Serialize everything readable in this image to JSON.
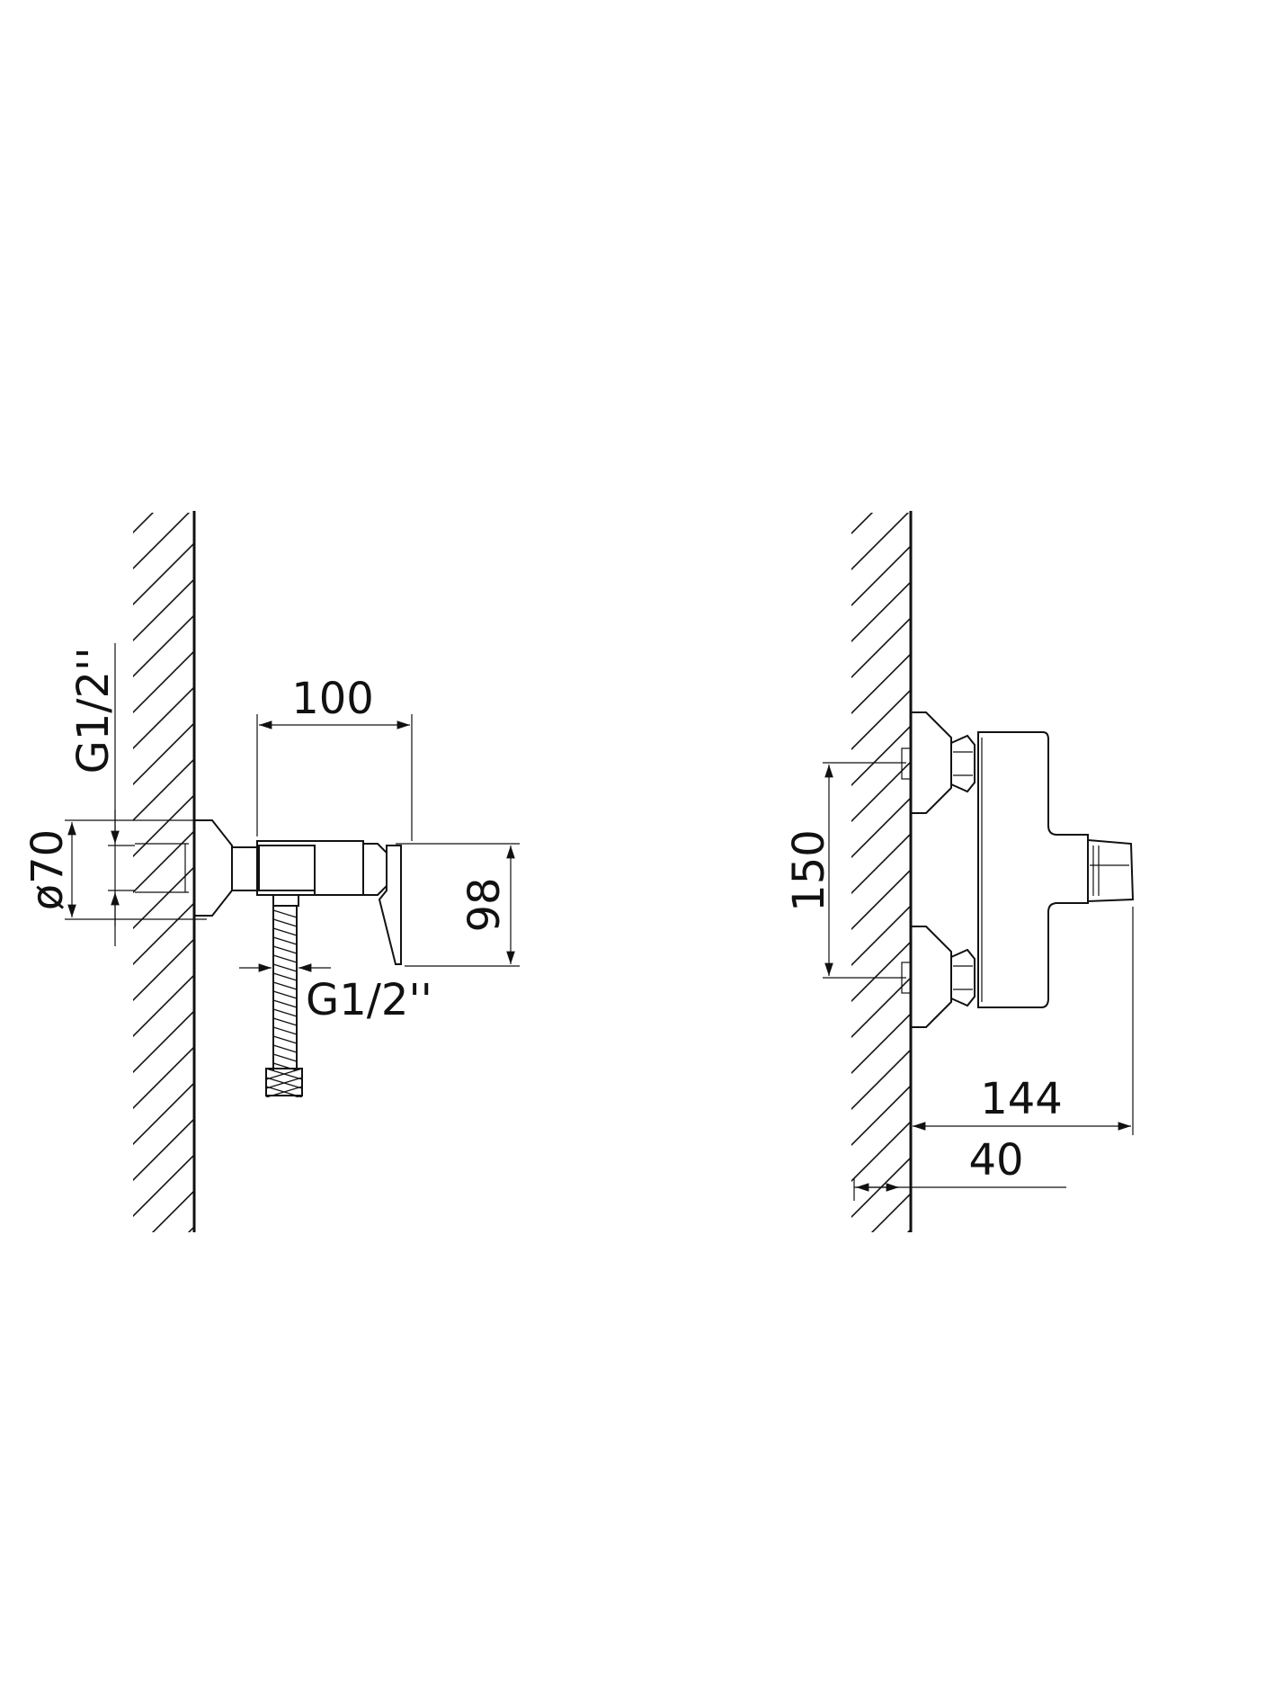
{
  "left_view": {
    "dim_thread_top": "G1/2''",
    "dim_diameter": "ø70",
    "dim_width": "100",
    "dim_height": "98",
    "dim_thread_bottom": "G1/2''"
  },
  "right_view": {
    "dim_spacing": "150",
    "dim_depth": "144",
    "dim_wall": "40"
  }
}
